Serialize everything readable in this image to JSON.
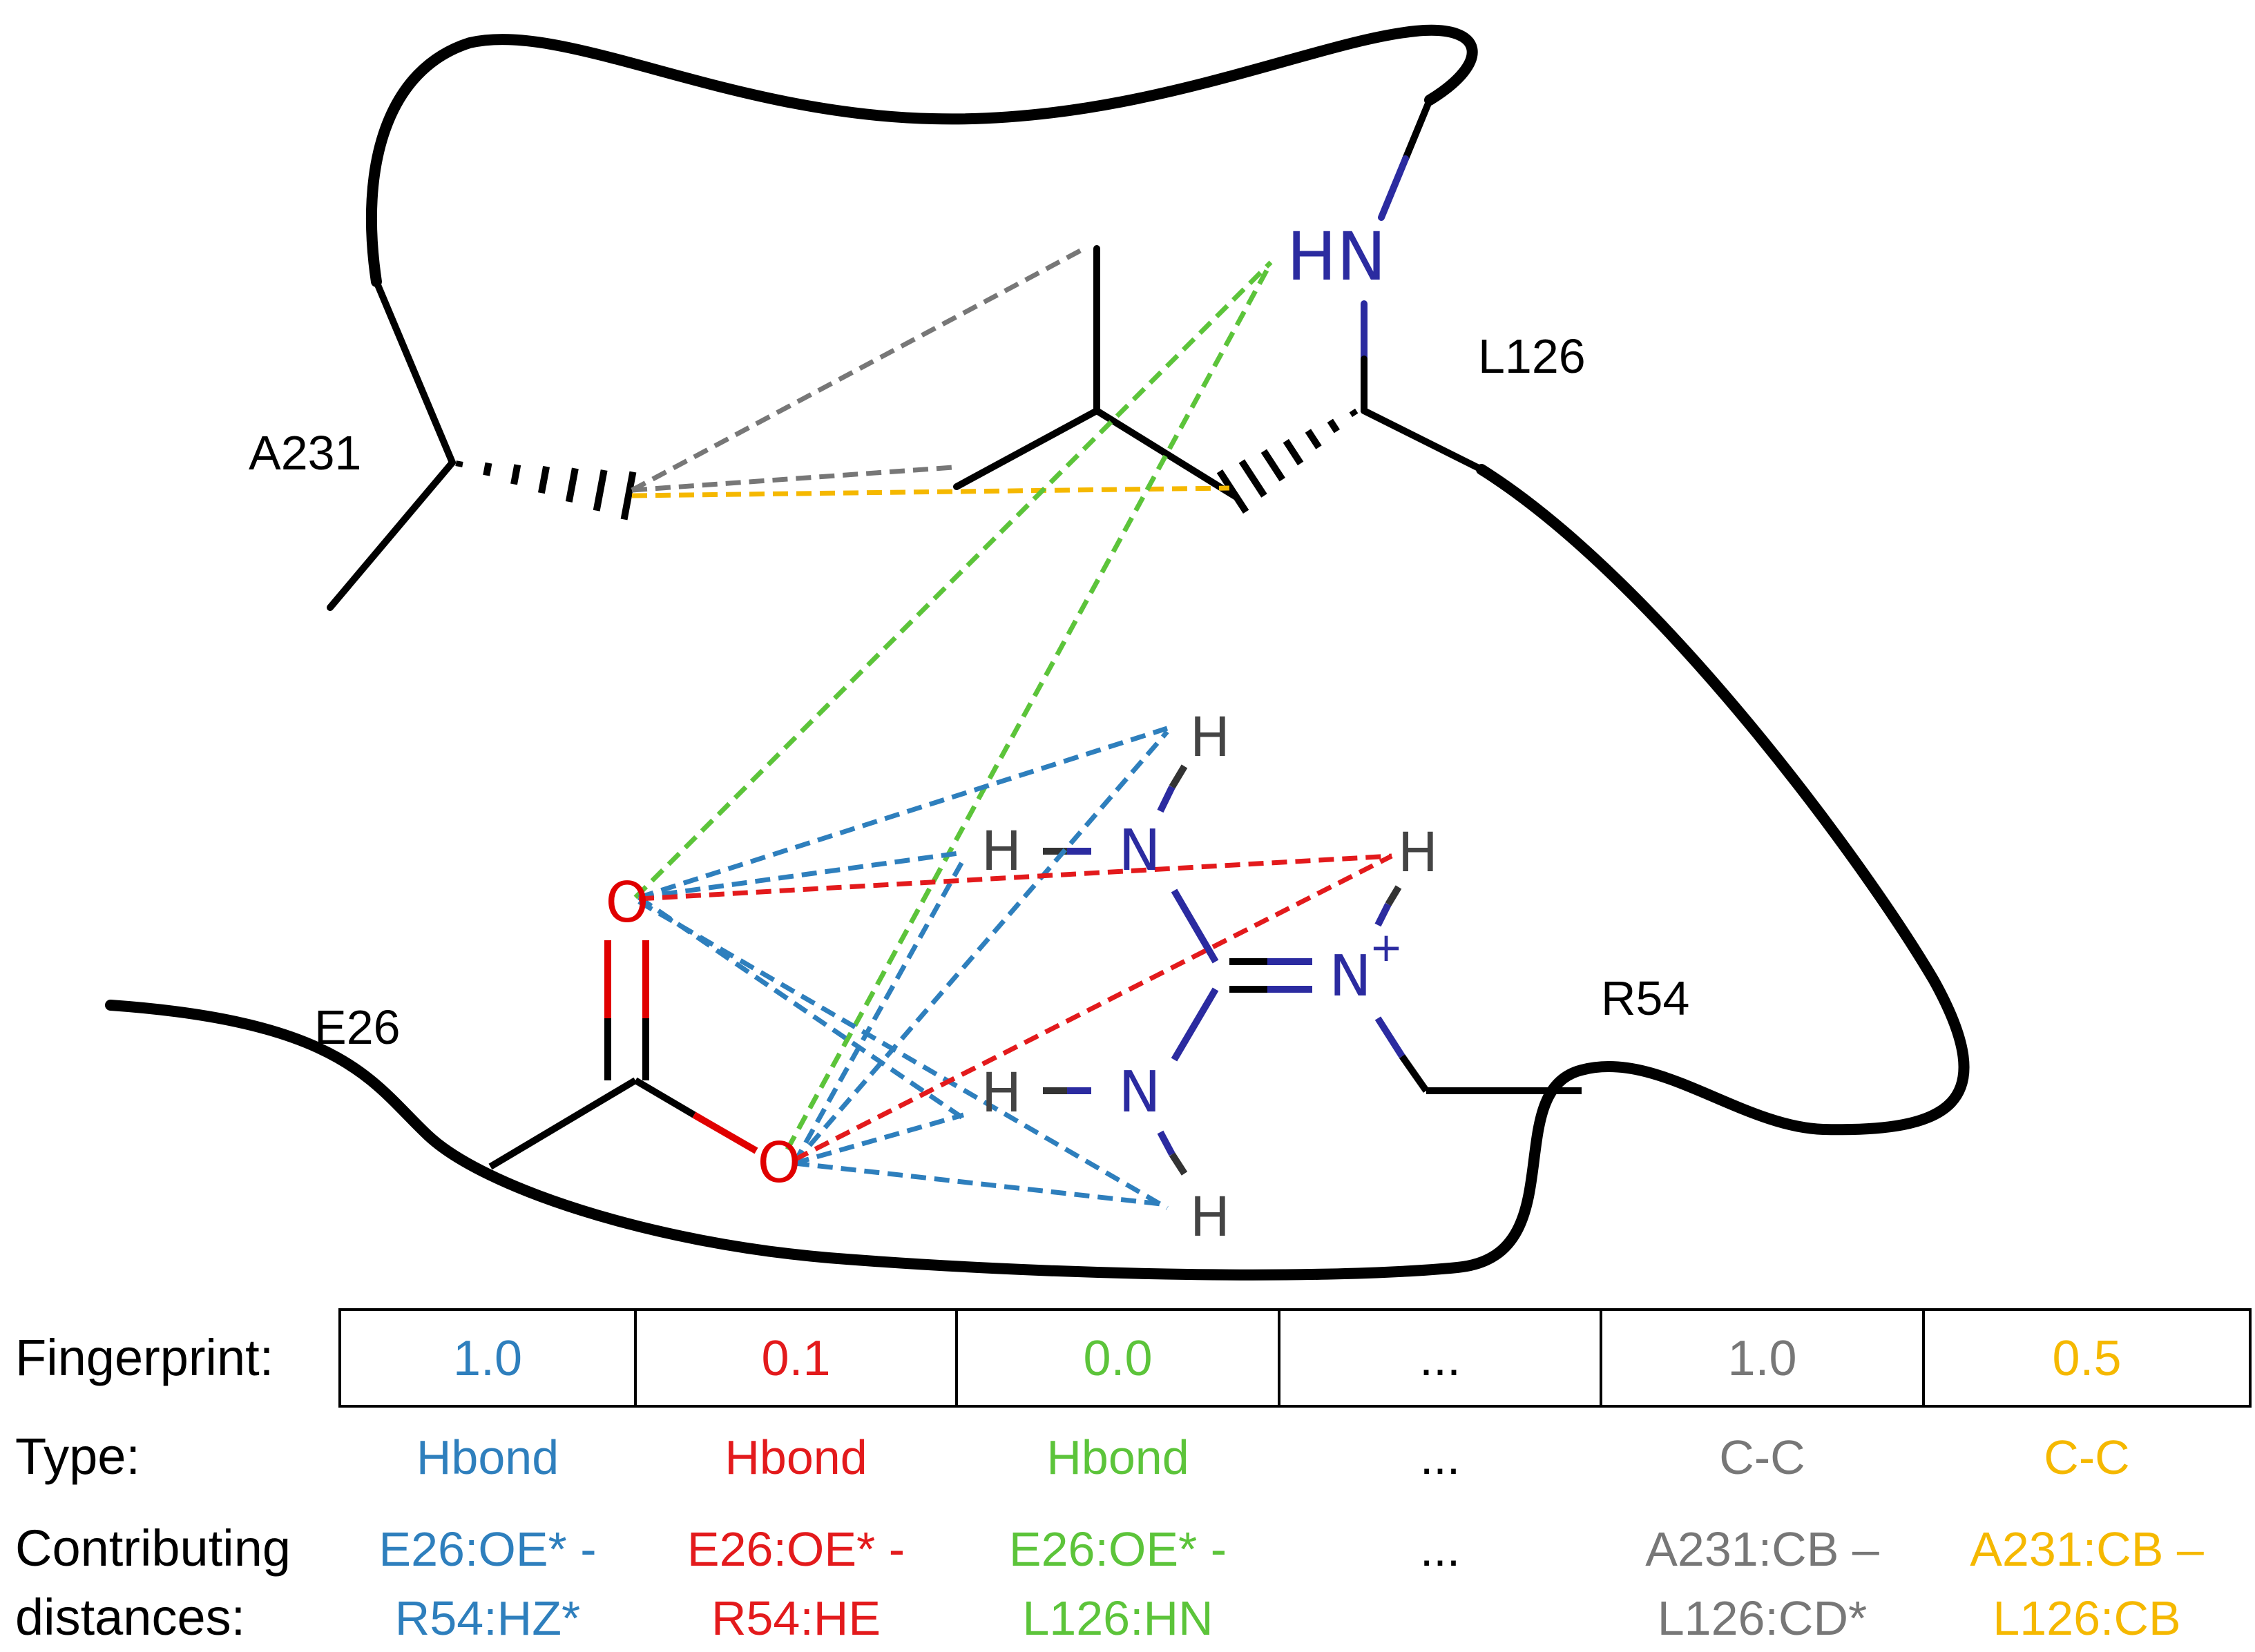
{
  "residues": {
    "a231": "A231",
    "l126": "L126",
    "e26": "E26",
    "r54": "R54"
  },
  "atoms": {
    "hn": "HN",
    "h": "H",
    "n": "N",
    "n_plus": "N",
    "plus": "+",
    "o": "O"
  },
  "table": {
    "fingerprint_label": "Fingerprint:",
    "type_label": "Type:",
    "contributing_label_1": "Contributing",
    "contributing_label_2": "distances:",
    "columns": [
      {
        "value": "1.0",
        "type": "Hbond",
        "dist1": "E26:OE* -",
        "dist2": "R54:HZ*",
        "color": "#2e7fbd"
      },
      {
        "value": "0.1",
        "type": "Hbond",
        "dist1": "E26:OE* -",
        "dist2": "R54:HE",
        "color": "#e31a1c"
      },
      {
        "value": "0.0",
        "type": "Hbond",
        "dist1": "E26:OE* -",
        "dist2": "L126:HN",
        "color": "#5cc43a"
      },
      {
        "value": "...",
        "type": "...",
        "dist1": "...",
        "dist2": "",
        "color": "#000000"
      },
      {
        "value": "1.0",
        "type": "C-C",
        "dist1": "A231:CB –",
        "dist2": "L126:CD*",
        "color": "#777777"
      },
      {
        "value": "0.5",
        "type": "C-C",
        "dist1": "A231:CB –",
        "dist2": "L126:CB",
        "color": "#f5b800"
      }
    ]
  },
  "colors": {
    "hbond_r54_hz": "#2e7fbd",
    "hbond_r54_he": "#e31a1c",
    "hbond_l126_hn": "#5cc43a",
    "cc_cd": "#777777",
    "cc_cb": "#f5b800",
    "nitrogen": "#2b2ba0",
    "oxygen": "#e00000",
    "hydrogen": "#444444",
    "backbone": "#000000"
  }
}
